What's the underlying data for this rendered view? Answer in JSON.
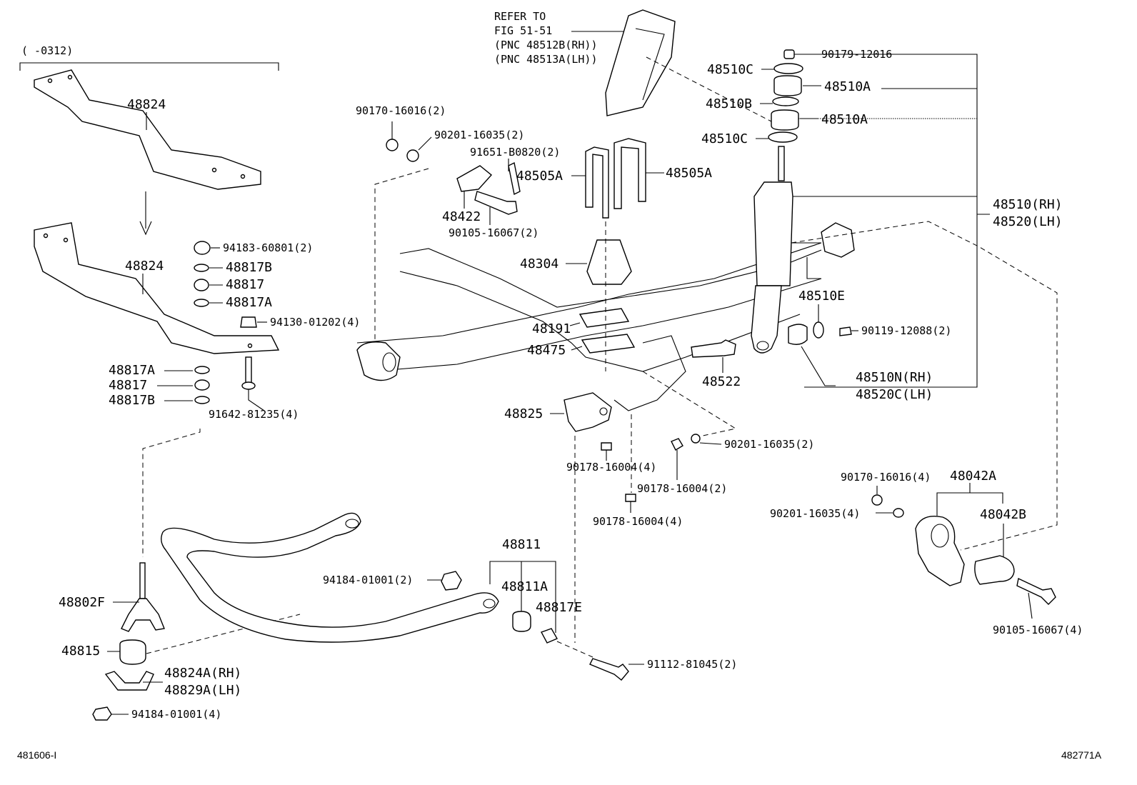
{
  "top_bracket": {
    "text": "(    -0312)"
  },
  "refer": {
    "line1": "REFER TO",
    "line2": "FIG 51-51",
    "line3": "(PNC 48512B(RH))",
    "line4": "(PNC 48513A(LH))"
  },
  "labels": {
    "p48824_top": "48824",
    "p48824_mid": "48824",
    "p94183": "94183-60801(2)",
    "p48817B_r": "48817B",
    "p48817_r": "48817",
    "p48817A_r": "48817A",
    "p94130": "94130-01202(4)",
    "p48817A_l": "48817A",
    "p48817_l": "48817",
    "p48817B_l": "48817B",
    "p91642": "91642-81235(4)",
    "p48802F": "48802F",
    "p48815": "48815",
    "p48824A": "48824A(RH)",
    "p48829A": "48829A(LH)",
    "p94184_b": "94184-01001(4)",
    "p90170_top": "90170-16016(2)",
    "p90201_top": "90201-16035(2)",
    "p91651": "91651-B0820(2)",
    "p48422": "48422",
    "p90105_top": "90105-16067(2)",
    "p48505A_l": "48505A",
    "p48505A_r": "48505A",
    "p48304": "48304",
    "p48191": "48191",
    "p48475": "48475",
    "p48522": "48522",
    "p48825": "48825",
    "p90178_a": "90178-16004(4)",
    "p90178_b": "90178-16004(2)",
    "p90178_c": "90178-16004(4)",
    "p90201_mid": "90201-16035(2)",
    "p90179": "90179-12016",
    "p48510C_t": "48510C",
    "p48510A_t": "48510A",
    "p48510B": "48510B",
    "p48510A_b": "48510A",
    "p48510C_b": "48510C",
    "p48510RH": "48510(RH)",
    "p48520LH": "48520(LH)",
    "p48510E": "48510E",
    "p90119": "90119-12088(2)",
    "p48510N": "48510N(RH)",
    "p48520C": "48520C(LH)",
    "p90170_r": "90170-16016(4)",
    "p48042A": "48042A",
    "p90201_r": "90201-16035(4)",
    "p48042B": "48042B",
    "p90105_r": "90105-16067(4)",
    "p48811": "48811",
    "p48811A": "48811A",
    "p48817E": "48817E",
    "p94184_m": "94184-01001(2)",
    "p91112": "91112-81045(2)"
  },
  "footer": {
    "left_code": "481606-I",
    "right_code": "482771A"
  }
}
